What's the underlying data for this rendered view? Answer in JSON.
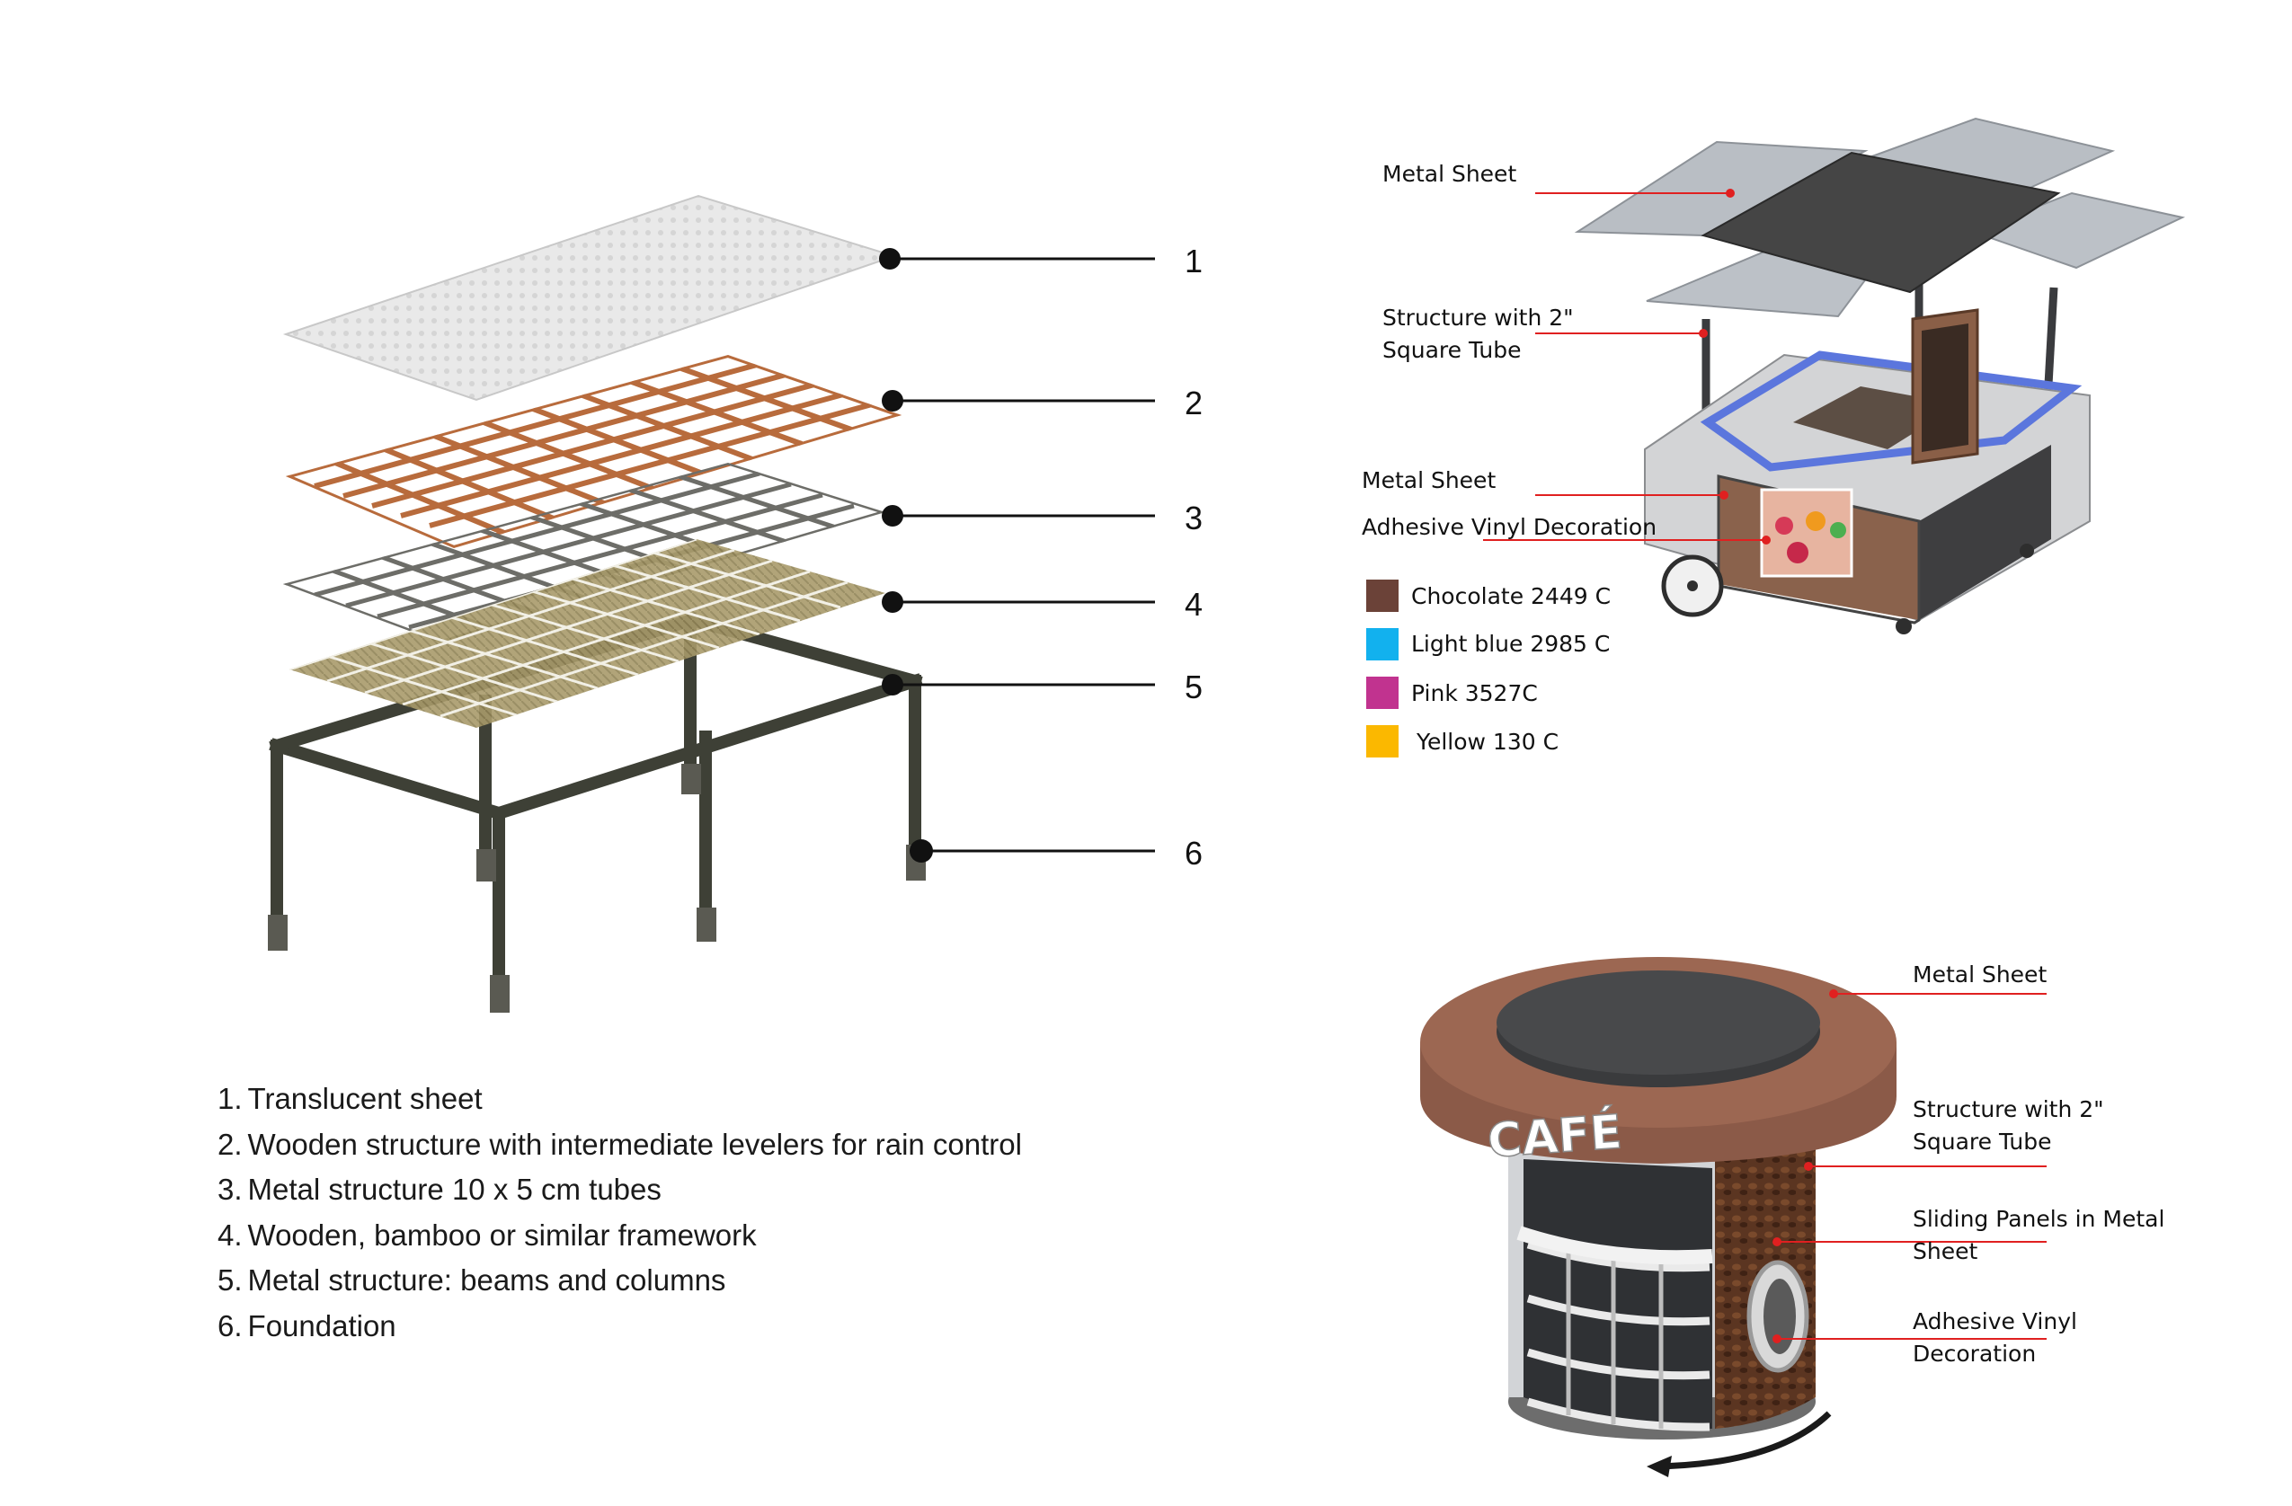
{
  "pergola": {
    "callouts": [
      "1",
      "2",
      "3",
      "4",
      "5",
      "6"
    ],
    "legend": [
      {
        "num": "1.",
        "text": "Translucent sheet"
      },
      {
        "num": "2.",
        "text": "Wooden structure with intermediate levelers for rain control"
      },
      {
        "num": "3.",
        "text": "Metal structure 10 x 5 cm tubes"
      },
      {
        "num": "4.",
        "text": "Wooden, bamboo or similar framework"
      },
      {
        "num": "5.",
        "text": "Metal structure: beams and columns"
      },
      {
        "num": "6.",
        "text": "Foundation"
      }
    ]
  },
  "cart": {
    "labels": {
      "metal_sheet_top": "Metal Sheet",
      "structure_line1": "Structure with 2\"",
      "structure_line2": "Square Tube",
      "metal_sheet_counter": "Metal Sheet",
      "vinyl": "Adhesive Vinyl Decoration"
    },
    "swatches": [
      {
        "label": "Chocolate 2449 C",
        "color": "#6b4238"
      },
      {
        "label": "Light blue 2985 C",
        "color": "#12b1ee"
      },
      {
        "label": "Pink 3527C",
        "color": "#c1338f"
      },
      {
        "label": "Yellow 130 C",
        "color": "#fbb800"
      }
    ]
  },
  "kiosk": {
    "sign": "CAFÉ",
    "labels": {
      "metal_sheet": "Metal Sheet",
      "structure_line1": "Structure with 2\"",
      "structure_line2": "Square Tube",
      "sliding_line1": "Sliding Panels in Metal",
      "sliding_line2": "Sheet",
      "vinyl_line1": "Adhesive Vinyl",
      "vinyl_line2": "Decoration"
    }
  },
  "colors": {
    "leader_red": "#e02020",
    "wood": "#b86b3c",
    "kiosk_brown": "#8b5a48"
  }
}
